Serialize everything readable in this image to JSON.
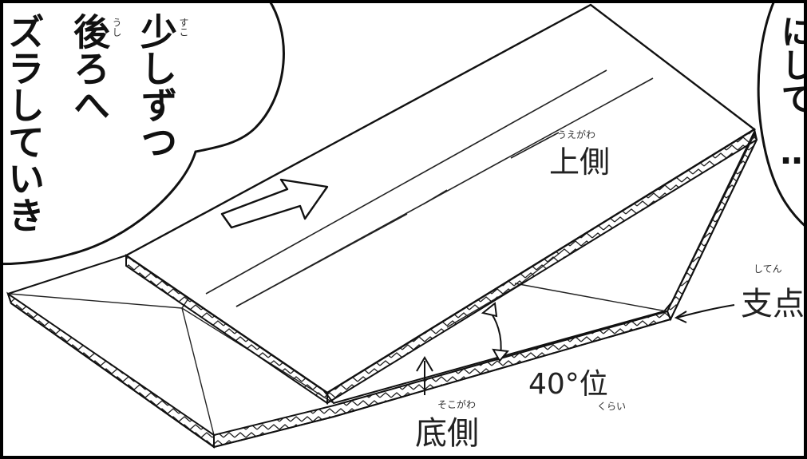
{
  "bubble_left": {
    "col1": "少しずつ",
    "col2": "後ろへ",
    "col3": "ズラしていき",
    "ruby_sukoshi": "すこ",
    "ruby_ushiro": "うし"
  },
  "bubble_right": {
    "col1": "にして",
    "dots": "…"
  },
  "labels": {
    "top_side": "上側",
    "top_side_ruby": "うえがわ",
    "bottom_side": "底側",
    "bottom_side_ruby": "そこがわ",
    "fulcrum": "支点",
    "fulcrum_ruby": "してん",
    "angle": "40°位",
    "angle_ruby": "くらい"
  }
}
